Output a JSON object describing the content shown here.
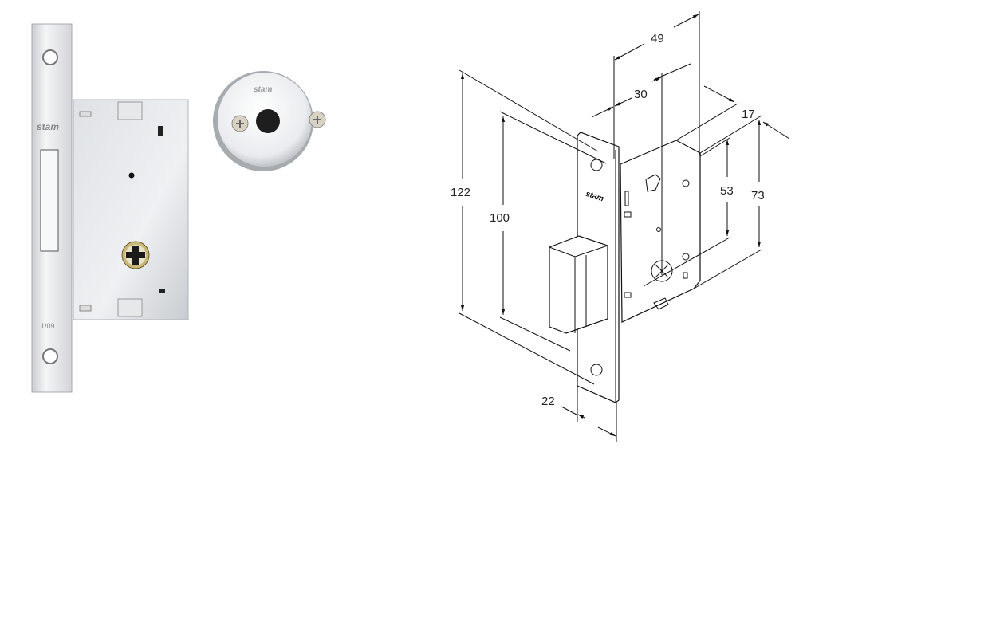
{
  "product": {
    "brand_logo": "stam",
    "faceplate_marking": "1/09"
  },
  "dimensions": {
    "width_total": "49",
    "backset": "30",
    "depth_offset": "17",
    "faceplate_height": "122",
    "screw_spacing": "100",
    "center_to_top": "53",
    "body_height": "73",
    "faceplate_width": "22"
  },
  "colors": {
    "metal_light": "#eef0f2",
    "metal_dark": "#b9bdc2",
    "line": "#111111"
  }
}
